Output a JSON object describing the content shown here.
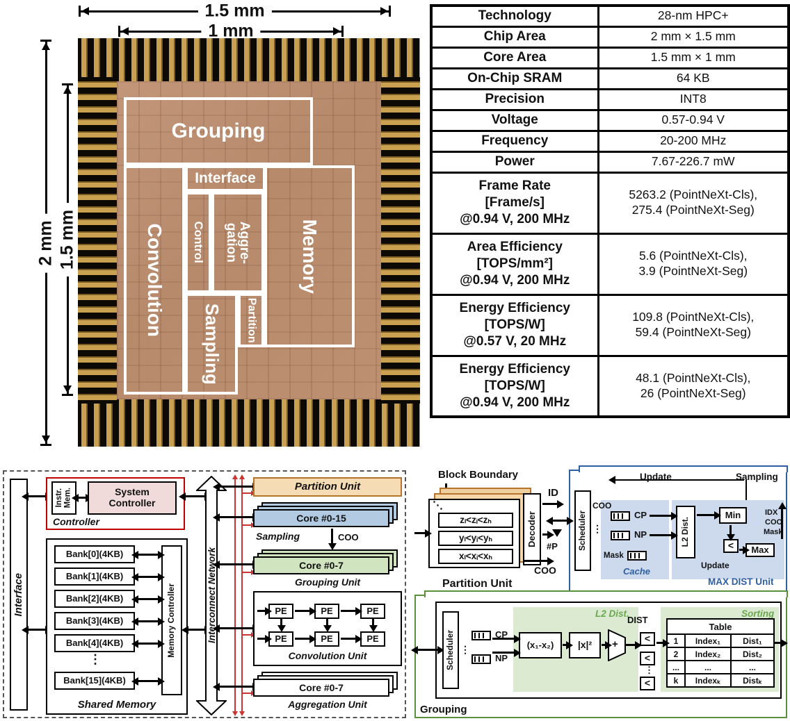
{
  "die": {
    "dims": {
      "top_outer": "1.5 mm",
      "top_inner": "1 mm",
      "left_outer": "2 mm",
      "left_inner": "1.5 mm"
    },
    "regions": {
      "grouping": "Grouping",
      "interface": "Interface",
      "convolution": "Convolution",
      "control": "Control",
      "aggregation": "Aggre-\ngation",
      "memory": "Memory",
      "sampling": "Sampling",
      "partition": "Partition"
    }
  },
  "spec": {
    "rows": [
      {
        "label": "Technology",
        "value": "28-nm HPC+"
      },
      {
        "label": "Chip Area",
        "value": "2 mm × 1.5 mm"
      },
      {
        "label": "Core Area",
        "value": "1.5 mm × 1 mm"
      },
      {
        "label": "On-Chip SRAM",
        "value": "64 KB"
      },
      {
        "label": "Precision",
        "value": "INT8"
      },
      {
        "label": "Voltage",
        "value": "0.57-0.94 V"
      },
      {
        "label": "Frequency",
        "value": "20-200 MHz"
      },
      {
        "label": "Power",
        "value": "7.67-226.7 mW"
      },
      {
        "label": "Frame Rate\n[Frame/s]\n@0.94 V, 200 MHz",
        "value": "5263.2 (PointNeXt-Cls),\n275.4 (PointNeXt-Seg)"
      },
      {
        "label": "Area Efficiency\n[TOPS/mm²]\n@0.94 V, 200 MHz",
        "value": "5.6 (PointNeXt-Cls),\n3.9 (PointNeXt-Seg)"
      },
      {
        "label": "Energy Efficiency\n[TOPS/W]\n@0.57 V, 20 MHz",
        "value": "109.8 (PointNeXt-Cls),\n59.4 (PointNeXt-Seg)"
      },
      {
        "label": "Energy Efficiency\n[TOPS/W]\n@0.94 V, 200 MHz",
        "value": "48.1 (PointNeXt-Cls),\n26 (PointNeXt-Seg)"
      }
    ]
  },
  "arch": {
    "interface": "Interface",
    "controller": {
      "instr_mem": "Instr.\nMem.",
      "system": "System\nController",
      "label": "Controller"
    },
    "memory": {
      "banks": [
        "Bank[0](4KB)",
        "Bank[1](4KB)",
        "Bank[2](4KB)",
        "Bank[3](4KB)",
        "Bank[4](4KB)"
      ],
      "dots": "⋮",
      "bank_last": "Bank[15](4KB)",
      "controller": "Memory Controller",
      "label": "Shared Memory"
    },
    "interconnect": "Interconnect Network",
    "partition_unit": "Partition Unit",
    "sampling": {
      "core": "Core #0-15",
      "label": "Sampling",
      "coo": "COO"
    },
    "grouping": {
      "core": "Core #0-7",
      "label": "Grouping Unit"
    },
    "convolution": {
      "pe": "PE",
      "label": "Convolution Unit"
    },
    "aggregation": {
      "core": "Core #0-7",
      "label": "Aggregation Unit"
    }
  },
  "partition_detail": {
    "block_boundary": "Block Boundary",
    "dots": "⋱",
    "cond_z": "zₗ<zᵢ<zₕ",
    "cond_y": "yₗ<yᵢ<yₕ",
    "cond_x": "xₗ<xᵢ<xₕ",
    "decoder": "Decoder",
    "id": "ID",
    "p": "#P",
    "coo": "COO",
    "label": "Partition Unit"
  },
  "maxdist": {
    "update_top": "Update",
    "sampling": "Sampling",
    "scheduler": "Scheduler",
    "dots": "⋮",
    "coo": "COO",
    "cp": "CP",
    "np": "NP",
    "mask_q": "Mask",
    "cache": "Cache",
    "l2": "L2 Dist.",
    "min": "Min",
    "lt": "<",
    "max": "Max",
    "update_bottom": "Update",
    "out_idx": "IDX",
    "out_coo": "COO",
    "out_mask": "Mask",
    "label": "MAX DIST Unit"
  },
  "grouping_detail": {
    "scheduler": "Scheduler",
    "dots": "⋮",
    "cp": "CP",
    "np": "NP",
    "l2_label": "L2 Dist.",
    "sub": "(x₁-x₂)",
    "sq": "|x|²",
    "plus": "+",
    "dist": "DIST",
    "lt": "<",
    "sorting": "Sorting",
    "table_title": "Table",
    "rows": [
      [
        "1",
        "Index₁",
        "Dist₁"
      ],
      [
        "2",
        "Index₂",
        "Dist₂"
      ],
      [
        "...",
        "...",
        "..."
      ],
      [
        "k",
        "Indexₖ",
        "Distₖ"
      ]
    ],
    "label": "Grouping"
  }
}
